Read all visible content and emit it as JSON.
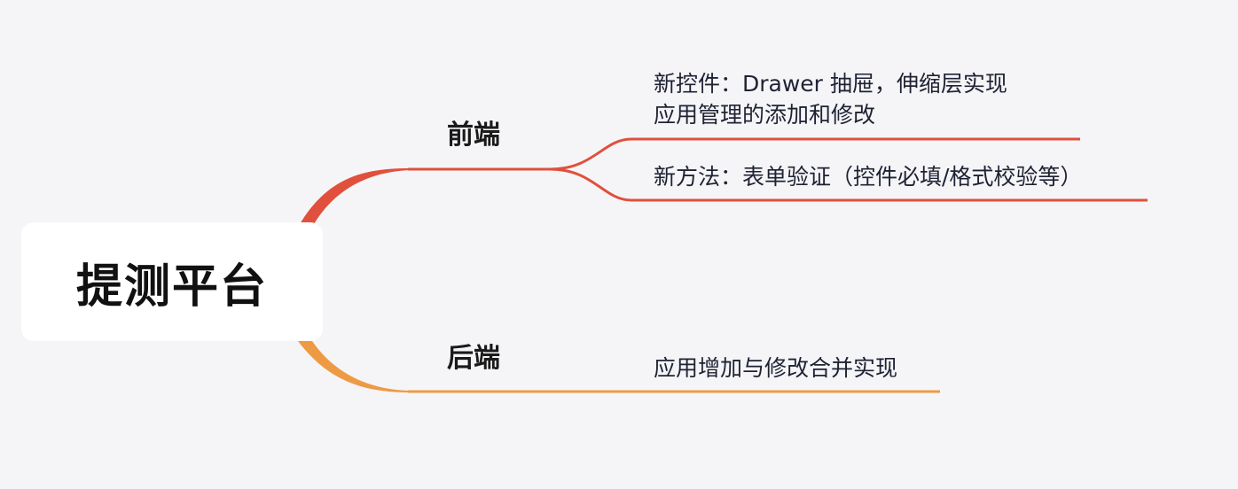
{
  "root": {
    "label": "提测平台"
  },
  "branches": [
    {
      "label": "前端",
      "color": "#e0503c",
      "leaves": [
        {
          "lines": [
            "新控件：Drawer 抽屉，伸缩层实现",
            "应用管理的添加和修改"
          ]
        },
        {
          "lines": [
            "新方法：表单验证（控件必填/格式校验等）"
          ]
        }
      ]
    },
    {
      "label": "后端",
      "color": "#ee9a45",
      "leaves": [
        {
          "lines": [
            "应用增加与修改合并实现"
          ]
        }
      ]
    }
  ]
}
